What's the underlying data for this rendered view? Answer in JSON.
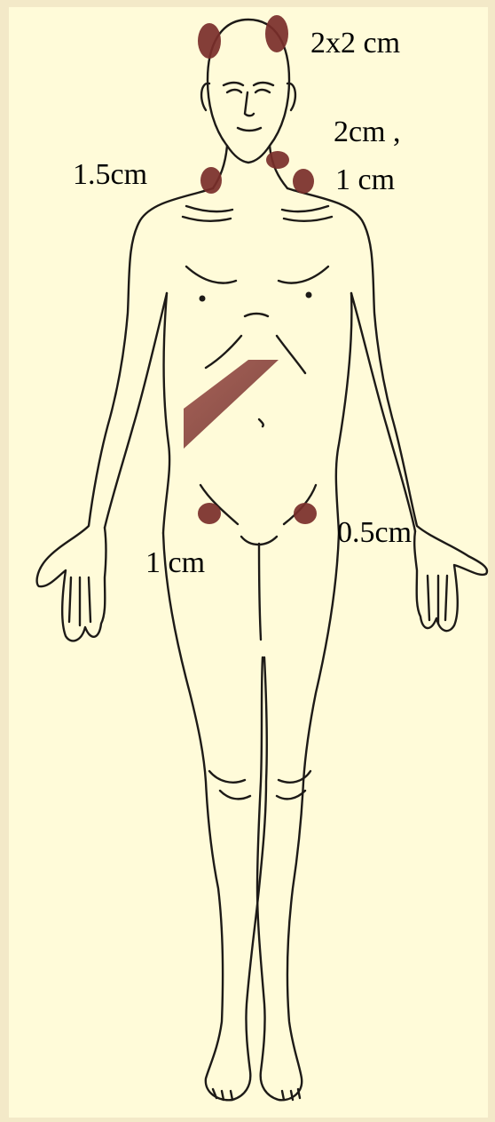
{
  "labels": {
    "scalp": "2x2 cm",
    "neck_right_line1": "2cm ,",
    "neck_right_line2": "1 cm",
    "neck_left": "1.5cm",
    "groin_right": "0.5cm",
    "groin_left": "1 cm"
  },
  "colors": {
    "background": "#fffbd9",
    "border": "#f3e9c8",
    "outline": "#1d1a17",
    "lesion": "#7a2e2a",
    "abdominal_band": "#8a3f3a"
  }
}
